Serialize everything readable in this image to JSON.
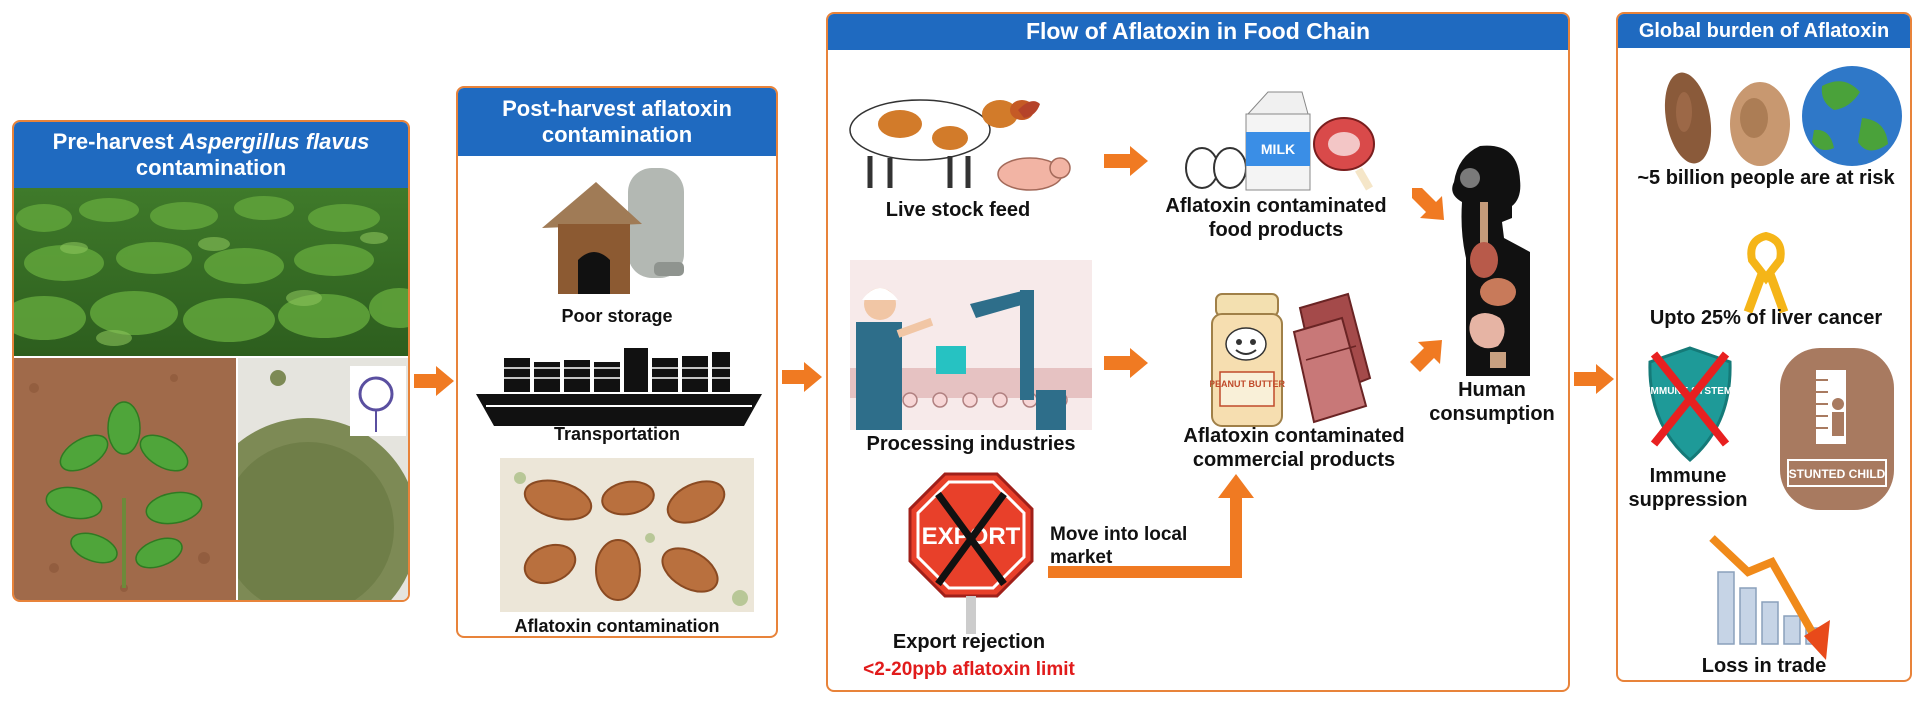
{
  "colors": {
    "header_bg": "#1f6ac0",
    "border": "#e8833a",
    "arrow": "#f07a22",
    "limit_text": "#e11b1b"
  },
  "panel1": {
    "title_prefix": "Pre-harvest ",
    "title_italic": "Aspergillus flavus",
    "title_suffix": "contamination",
    "images": [
      "peanut-field-photo",
      "peanut-seedling-photo",
      "aspergillus-colony-photo"
    ]
  },
  "panel2": {
    "title": "Post-harvest aflatoxin contamination",
    "items": [
      {
        "label": "Poor storage",
        "icon": "storage-hut-icon"
      },
      {
        "label": "Transportation",
        "icon": "cargo-ship-icon"
      },
      {
        "label": "Aflatoxin contamination",
        "icon": "moldy-peanuts-photo"
      }
    ]
  },
  "panel3": {
    "title": "Flow of Aflatoxin in Food Chain",
    "livestock": "Live stock feed",
    "food_products": "Aflatoxin contaminated food products",
    "processing": "Processing industries",
    "commercial": "Aflatoxin contaminated commercial products",
    "human": "Human consumption",
    "local_market": "Move into local market",
    "export_rejection": "Export rejection",
    "limit": "<2-20ppb aflatoxin limit",
    "export_sign_text": "EXPORT",
    "milk_text": "MILK",
    "peanut_butter_text": "PEANUT BUTTER"
  },
  "panel4": {
    "title": "Global burden of Aflatoxin",
    "people_risk": "~5 billion people are at risk",
    "liver_cancer": "Upto 25% of liver cancer",
    "immune": "Immune suppression",
    "stunted_badge": "STUNTED CHILD",
    "shield_text": "IMMUNE SYSTEM",
    "trade": "Loss in trade"
  }
}
